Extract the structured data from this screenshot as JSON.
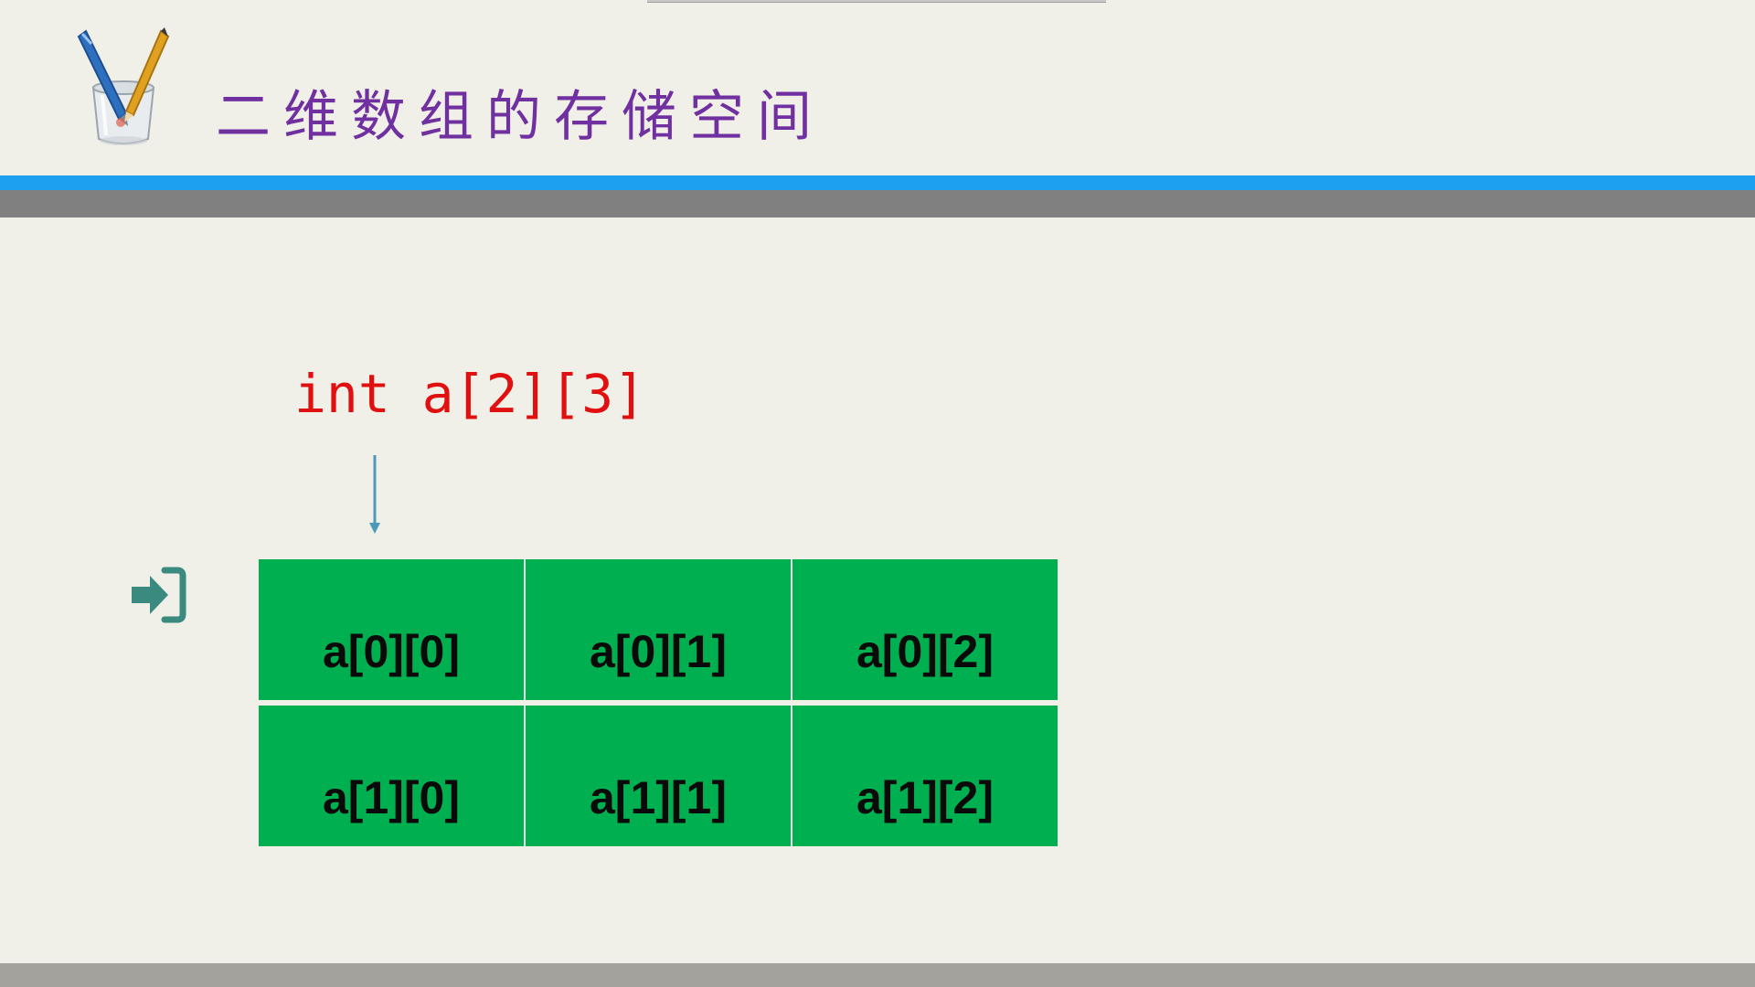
{
  "slide": {
    "title": "二维数组的存储空间",
    "code": "int a[2][3]"
  },
  "array": {
    "rows": [
      [
        "a[0][0]",
        "a[0][1]",
        "a[0][2]"
      ],
      [
        "a[1][0]",
        "a[1][1]",
        "a[1][2]"
      ]
    ]
  },
  "icons": {
    "logo": "pen-pencil-cup-icon",
    "pointer": "down-arrow-icon",
    "enter": "sign-in-icon"
  },
  "colors": {
    "title": "#7030a0",
    "code": "#e01010",
    "cell": "#00b050",
    "accent_bar": "#1ea0f0",
    "gray_bar": "#808080",
    "background": "#f0efe8",
    "arrow": "#4a9ab8",
    "enter_icon": "#3a8a80"
  }
}
